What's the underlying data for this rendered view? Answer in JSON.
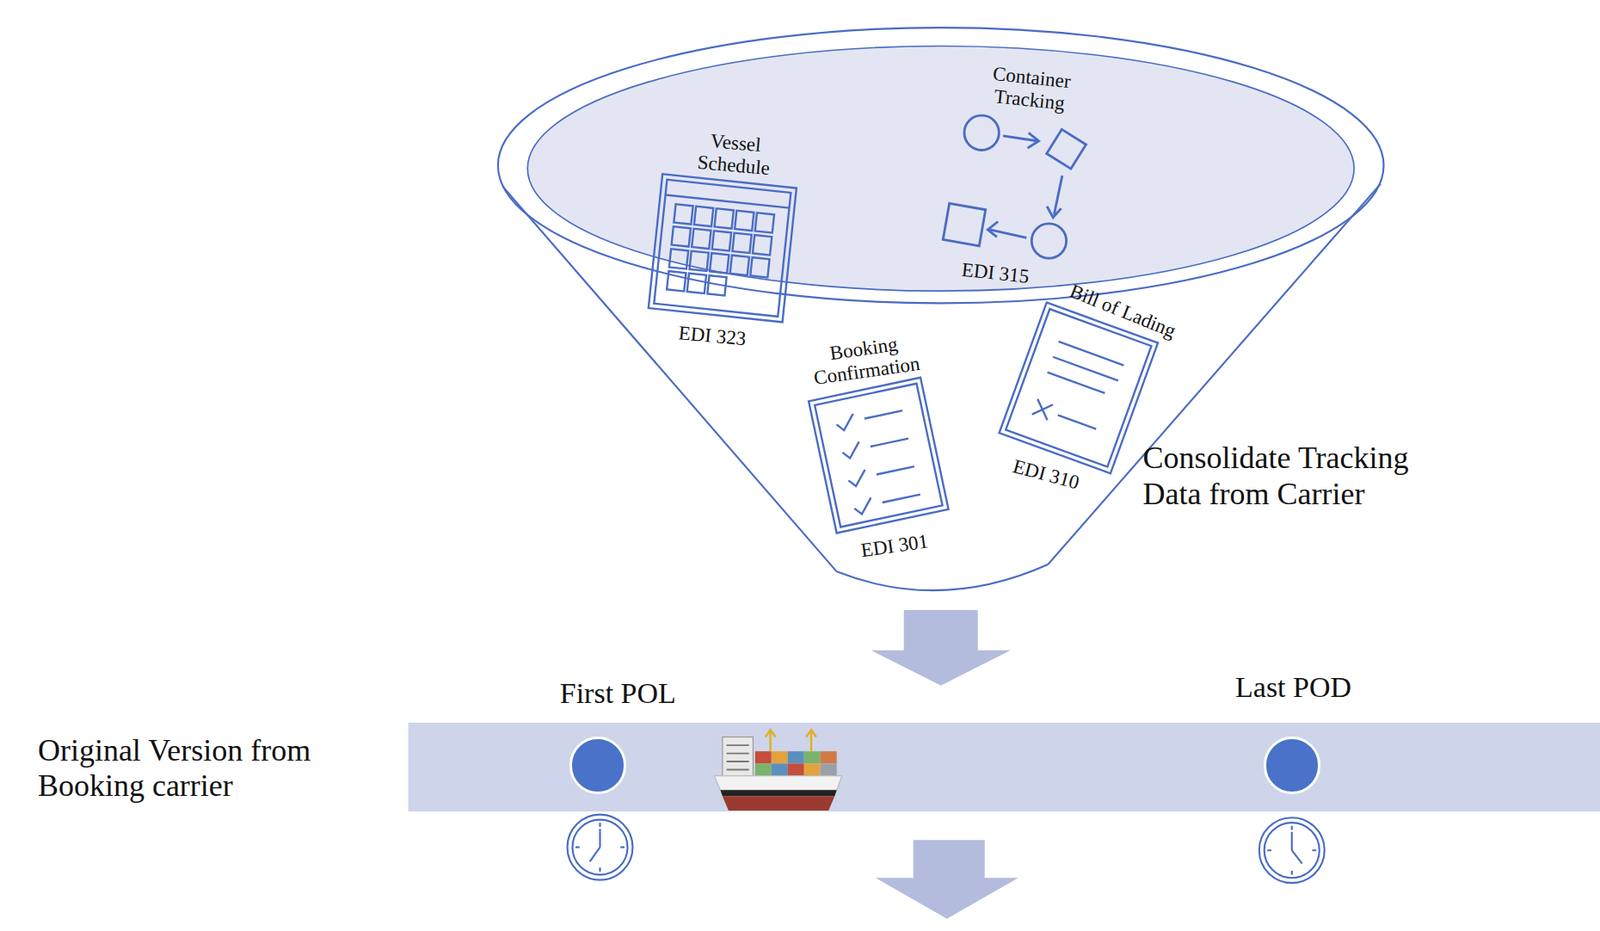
{
  "diagram": {
    "nodes": [
      {
        "text": [
          "Consolidate Tracking Data from Carrier"
        ]
      },
      {
        "text": [
          "Vessel Schedule",
          "EDI 323"
        ],
        "in": 0
      },
      {
        "text": [
          "Container Tracking",
          "EDI 315"
        ],
        "in": 0
      },
      {
        "text": [
          "Booking Confirmation",
          "EDI 301"
        ],
        "in": 0
      },
      {
        "text": [
          "Bill of Lading",
          "EDI 310"
        ],
        "in": 0
      },
      {
        "text": [
          "Original Version from Booking carrier"
        ]
      },
      {
        "text": [
          "First POL"
        ],
        "in": 5
      },
      {
        "text": [
          "Last POD"
        ],
        "in": 5
      }
    ],
    "edges": [
      {
        "from": 0,
        "to": 5,
        "arrow": "to"
      }
    ]
  }
}
